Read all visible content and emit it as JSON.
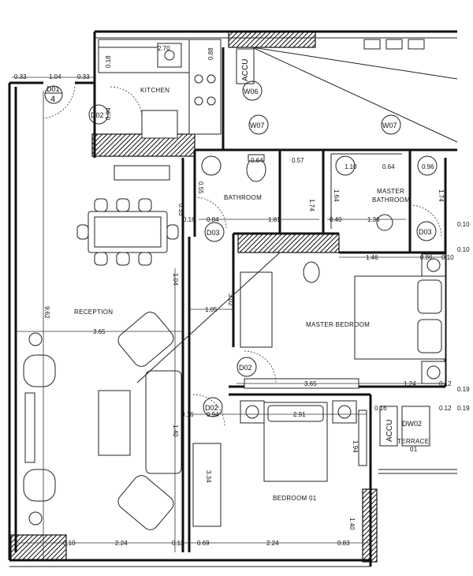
{
  "rooms": {
    "kitchen": "KITCHEN",
    "bathroom": "BATHROOM",
    "master_bathroom": "MASTER\nBATHROOM",
    "master_bathroom_l1": "MASTER",
    "master_bathroom_l2": "BATHROOM",
    "reception": "RECEPTION",
    "master_bedroom": "MASTER BEDROOM",
    "bedroom01": "BEDROOM 01",
    "terrace_l1": "TERRACE",
    "terrace_l2": "01"
  },
  "door_tags": {
    "d01": "D01",
    "d01_num": "4",
    "d02_kitchen": "D02",
    "d03_bath": "D03",
    "d03_master": "D03",
    "d02_master": "D02",
    "d02_bed": "D02",
    "dw02": "DW02"
  },
  "window_tags": {
    "w06": "W06",
    "w07a": "W07",
    "w07b": "W07"
  },
  "accu": {
    "top": "ACCU",
    "bottom": "ACCU"
  },
  "dims": {
    "d033a": "0.33",
    "d104": "1.04",
    "d033b": "0.33",
    "d094": "0.94",
    "d270": "2.70",
    "d088": "0.88",
    "d018": "0.18",
    "d064": "0.64",
    "d057": "0.57",
    "d110": "1.10",
    "d064b": "0.64",
    "d096": "0.96",
    "d174a": "1.74",
    "d164": "1.64",
    "d174b": "1.74",
    "d055": "0.55",
    "d033c": "0.33",
    "d084": "0.84",
    "d181": "1.81",
    "d040": "0.40",
    "d136": "1.36",
    "d010a": "0.10",
    "d010b": "0.10",
    "d016": "0.16",
    "d146": "1.46",
    "d086": "0.86",
    "d010c": "0.10",
    "d104b": "1.04",
    "d962": "9.62",
    "d105": "1.05",
    "d302": "3.02",
    "d365": "3.65",
    "d365b": "3.65",
    "d124": "1.24",
    "d012": "0.12",
    "d019a": "0.19",
    "d016b": "0.16",
    "d094b": "0.94",
    "d291": "2.91",
    "d016c": "0.16",
    "d012b": "0.12",
    "d019b": "0.19",
    "d140": "1.40",
    "d194": "1.94",
    "d334": "3.34",
    "d140b": "1.40",
    "d010d": "0.10",
    "d224a": "2.24",
    "d012c": "0.12",
    "d069": "0.69",
    "d224b": "2.24",
    "d083": "0.83"
  }
}
